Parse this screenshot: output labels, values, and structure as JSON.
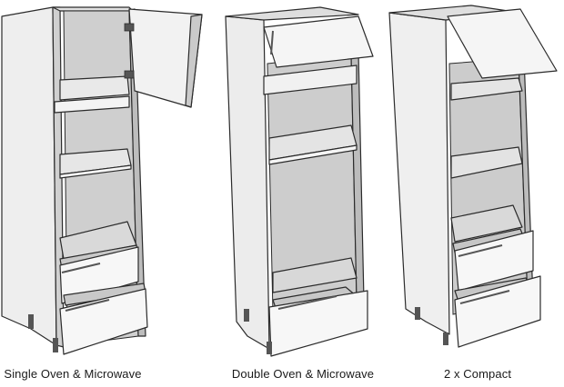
{
  "captions": {
    "single": "Single Oven & Microwave",
    "double": "Double Oven & Microwave",
    "compact": "2 x Compact"
  },
  "colors": {
    "outline": "#2b2b2b",
    "panel_light": "#f4f4f4",
    "panel_mid": "#dcdcdc",
    "panel_dark": "#b8b8b8",
    "interior": "#c9c9c9",
    "hardware": "#555555"
  }
}
